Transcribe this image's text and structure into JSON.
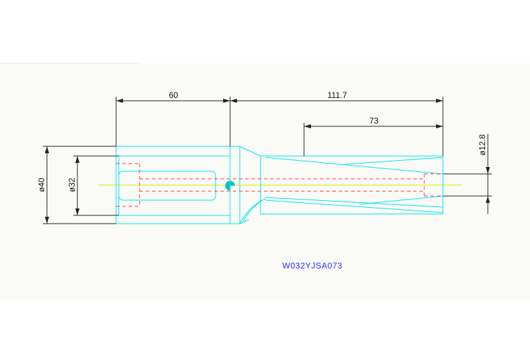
{
  "drawing": {
    "part_number": "W032YJSA073",
    "dimensions": {
      "shank_length": "60",
      "body_length": "111.7",
      "flute_length": "73",
      "shank_diameter": "ø40",
      "shank_inner_diameter": "ø32",
      "coolant_diameter": "ø12.8"
    },
    "colors": {
      "paper": "#fafaf7",
      "outline": "#00e5ee",
      "hidden_line": "#ff3b3b",
      "center_line": "#e6e600",
      "dimension_line": "#222222",
      "part_code": "#2d2dff"
    }
  }
}
